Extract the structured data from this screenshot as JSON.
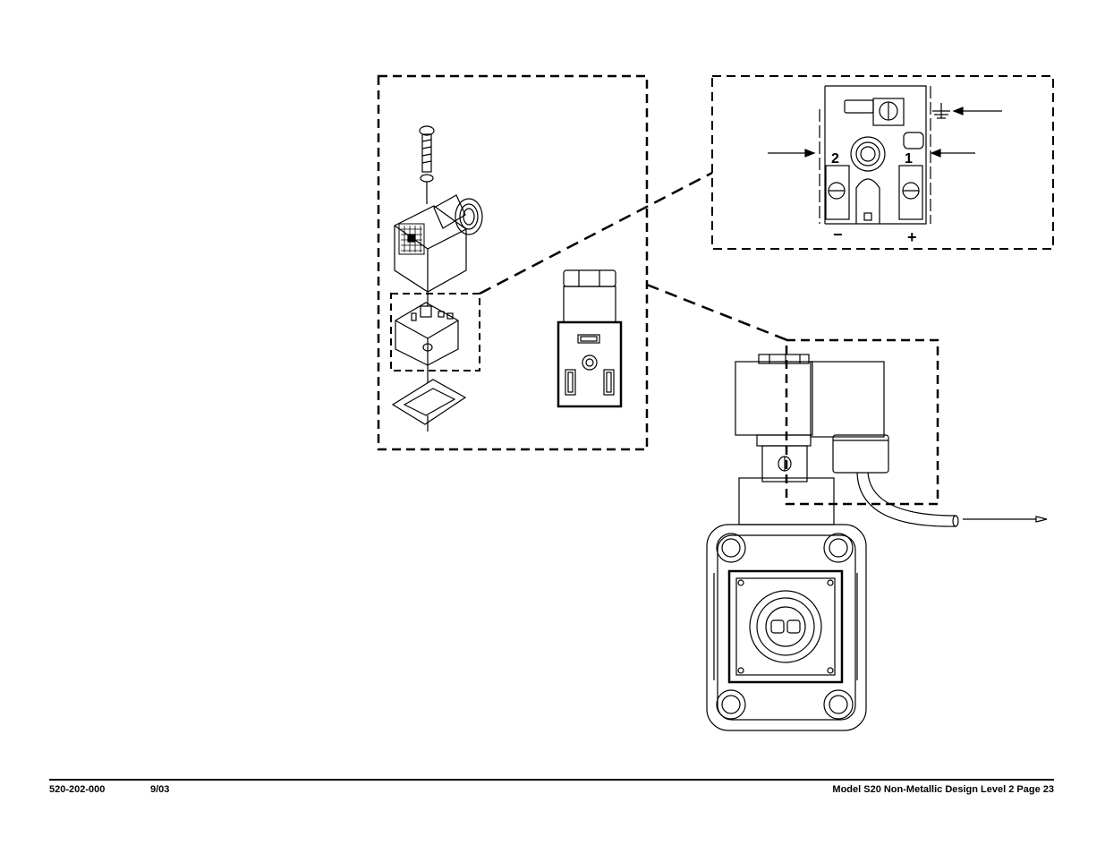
{
  "footer": {
    "doc_number": "520-202-000",
    "date": "9/03",
    "page_info": "Model S20 Non-Metallic Design Level 2 Page 23"
  },
  "terminal_detail": {
    "terminal_2": "2",
    "terminal_1": "1",
    "negative": "−",
    "positive": "+"
  }
}
